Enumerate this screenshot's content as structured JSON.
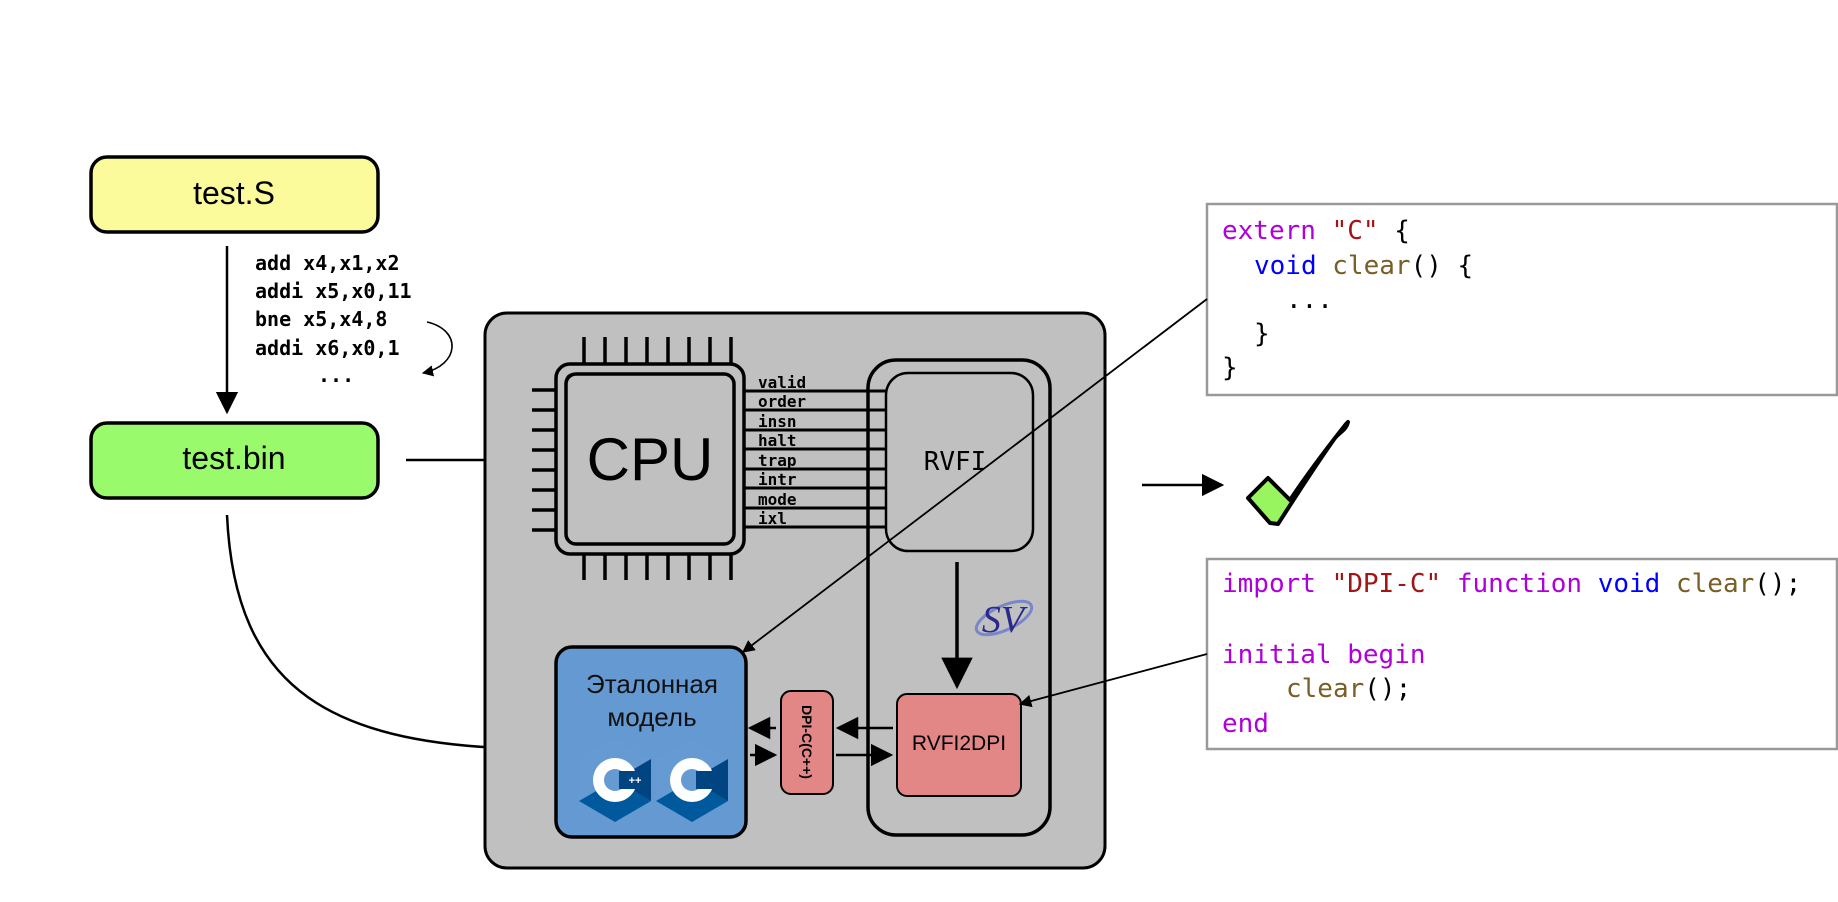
{
  "files": {
    "source_label": "test.S",
    "binary_label": "test.bin"
  },
  "asm_lines": [
    "add x4,x1,x2",
    "addi x5,x0,11",
    "bne x5,x4,8",
    "addi x6,x0,1",
    "..."
  ],
  "cpu": {
    "label": "CPU",
    "signals": [
      "valid",
      "order",
      "insn",
      "halt",
      "trap",
      "intr",
      "mode",
      "ixl"
    ]
  },
  "rvfi": {
    "label": "RVFI"
  },
  "rvfi2dpi": {
    "label": "RVFI2DPI"
  },
  "dpi": {
    "label": "DPI-C(C++)"
  },
  "reference_model": {
    "line1": "Эталонная",
    "line2": "модель"
  },
  "sv_logo": {
    "text": "SV"
  },
  "c_code": {
    "line1": {
      "kw": "extern",
      "str": "\"C\"",
      "rest": "{"
    },
    "line2": {
      "type": "void",
      "fn": "clear",
      "rest": "() {"
    },
    "line3": "...",
    "line4": "}",
    "line5": "}"
  },
  "sv_code": {
    "line1": {
      "kw": "import",
      "str": "\"DPI-C\"",
      "kw2": "function",
      "type": "void",
      "fn": "clear",
      "rest": "();"
    },
    "line3": {
      "kw": "initial",
      "kw2": "begin"
    },
    "line4": {
      "fn": "clear",
      "rest": "();"
    },
    "line5": {
      "kw": "end"
    }
  },
  "colors": {
    "source_fill": "#fbfb9c",
    "binary_fill": "#99fa6c",
    "board_fill": "#c0c0c0",
    "model_fill": "#6499d2",
    "rvfi2dpi_fill": "#e38686",
    "check_fill": "#99f55f",
    "code_keyword": "#af00db",
    "code_string": "#a31515",
    "code_type": "#0000ff",
    "code_function": "#795e26"
  },
  "icons": [
    "cpp-logo-icon",
    "c-logo-icon",
    "checkmark-icon",
    "sv-logo-icon"
  ]
}
